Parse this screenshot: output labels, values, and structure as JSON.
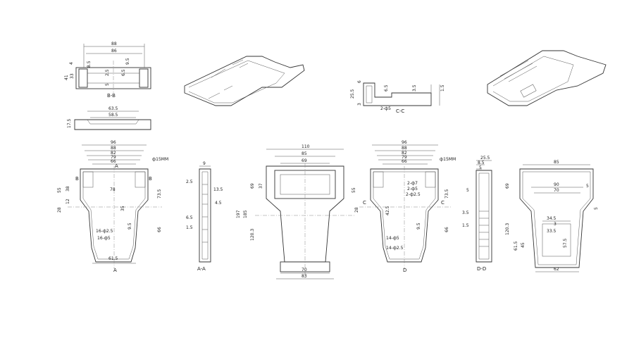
{
  "top_bb": {
    "w1": "88",
    "w2": "86",
    "d1": "41",
    "d2": "33",
    "d3": "4",
    "d4": "6.5",
    "d5": "9.5",
    "d6": "8.5",
    "d7": "2.5",
    "d8": "5",
    "title": "B-B"
  },
  "top_slot": {
    "w1": "63.5",
    "w2": "58.5",
    "h": "17.5"
  },
  "front": {
    "w": [
      "96",
      "88",
      "82",
      "79",
      "66"
    ],
    "a_label": "A",
    "label_15": "ф15MM",
    "h1": "55",
    "h2": "38",
    "h3": "12",
    "h4": "28",
    "w78": "78",
    "h5": "73.5",
    "h6": "35",
    "h7": "9.5",
    "h8": "66",
    "h9": "16-ф2.5",
    "h10": "16-ф5",
    "w6": "61.5",
    "b_label": "B"
  },
  "aa": {
    "w": "9",
    "d1": "2.5",
    "d2": "13.5",
    "d3": "4.5",
    "d4": "6.5",
    "d5": "1.5",
    "title": "A-A"
  },
  "mid": {
    "w1": "110",
    "w2": "85",
    "w3": "69",
    "h1": "69",
    "h2": "37",
    "h3": "197",
    "h4": "185",
    "h5": "120.3",
    "w4": "70",
    "w5": "83"
  },
  "cc": {
    "d1": "6",
    "d2": "25.5",
    "d3": "6.5",
    "d4": "3.5",
    "d5": "1.5",
    "d6": "3",
    "d7": "2-ф5",
    "title": "C-C"
  },
  "front2": {
    "w": [
      "96",
      "88",
      "82",
      "79",
      "66"
    ],
    "label_15": "ф15MM",
    "h1": "55",
    "c_label": "C",
    "d1": "2-ф7",
    "d2": "2-ф5",
    "d3": "2-ф2.5",
    "h2": "42.5",
    "h3": "28",
    "h4": "73.5",
    "h5": "9.5",
    "h6": "66",
    "d4": "14-ф5",
    "d5": "14-ф2.5",
    "d_label": "D"
  },
  "dd": {
    "w1": "25.5",
    "w2": "8.5",
    "w3": "5",
    "d1": "5",
    "d2": "3.5",
    "d3": "1.5",
    "title": "D-D"
  },
  "right": {
    "w1": "85",
    "h1": "69",
    "w2": "90",
    "w3": "70",
    "d1": "5",
    "d2": "5",
    "w4": "34.5",
    "w5": "3",
    "w6": "33.5",
    "h2": "120.3",
    "h3": "61.5",
    "h4": "45",
    "h5": "57.5",
    "w7": "62"
  }
}
